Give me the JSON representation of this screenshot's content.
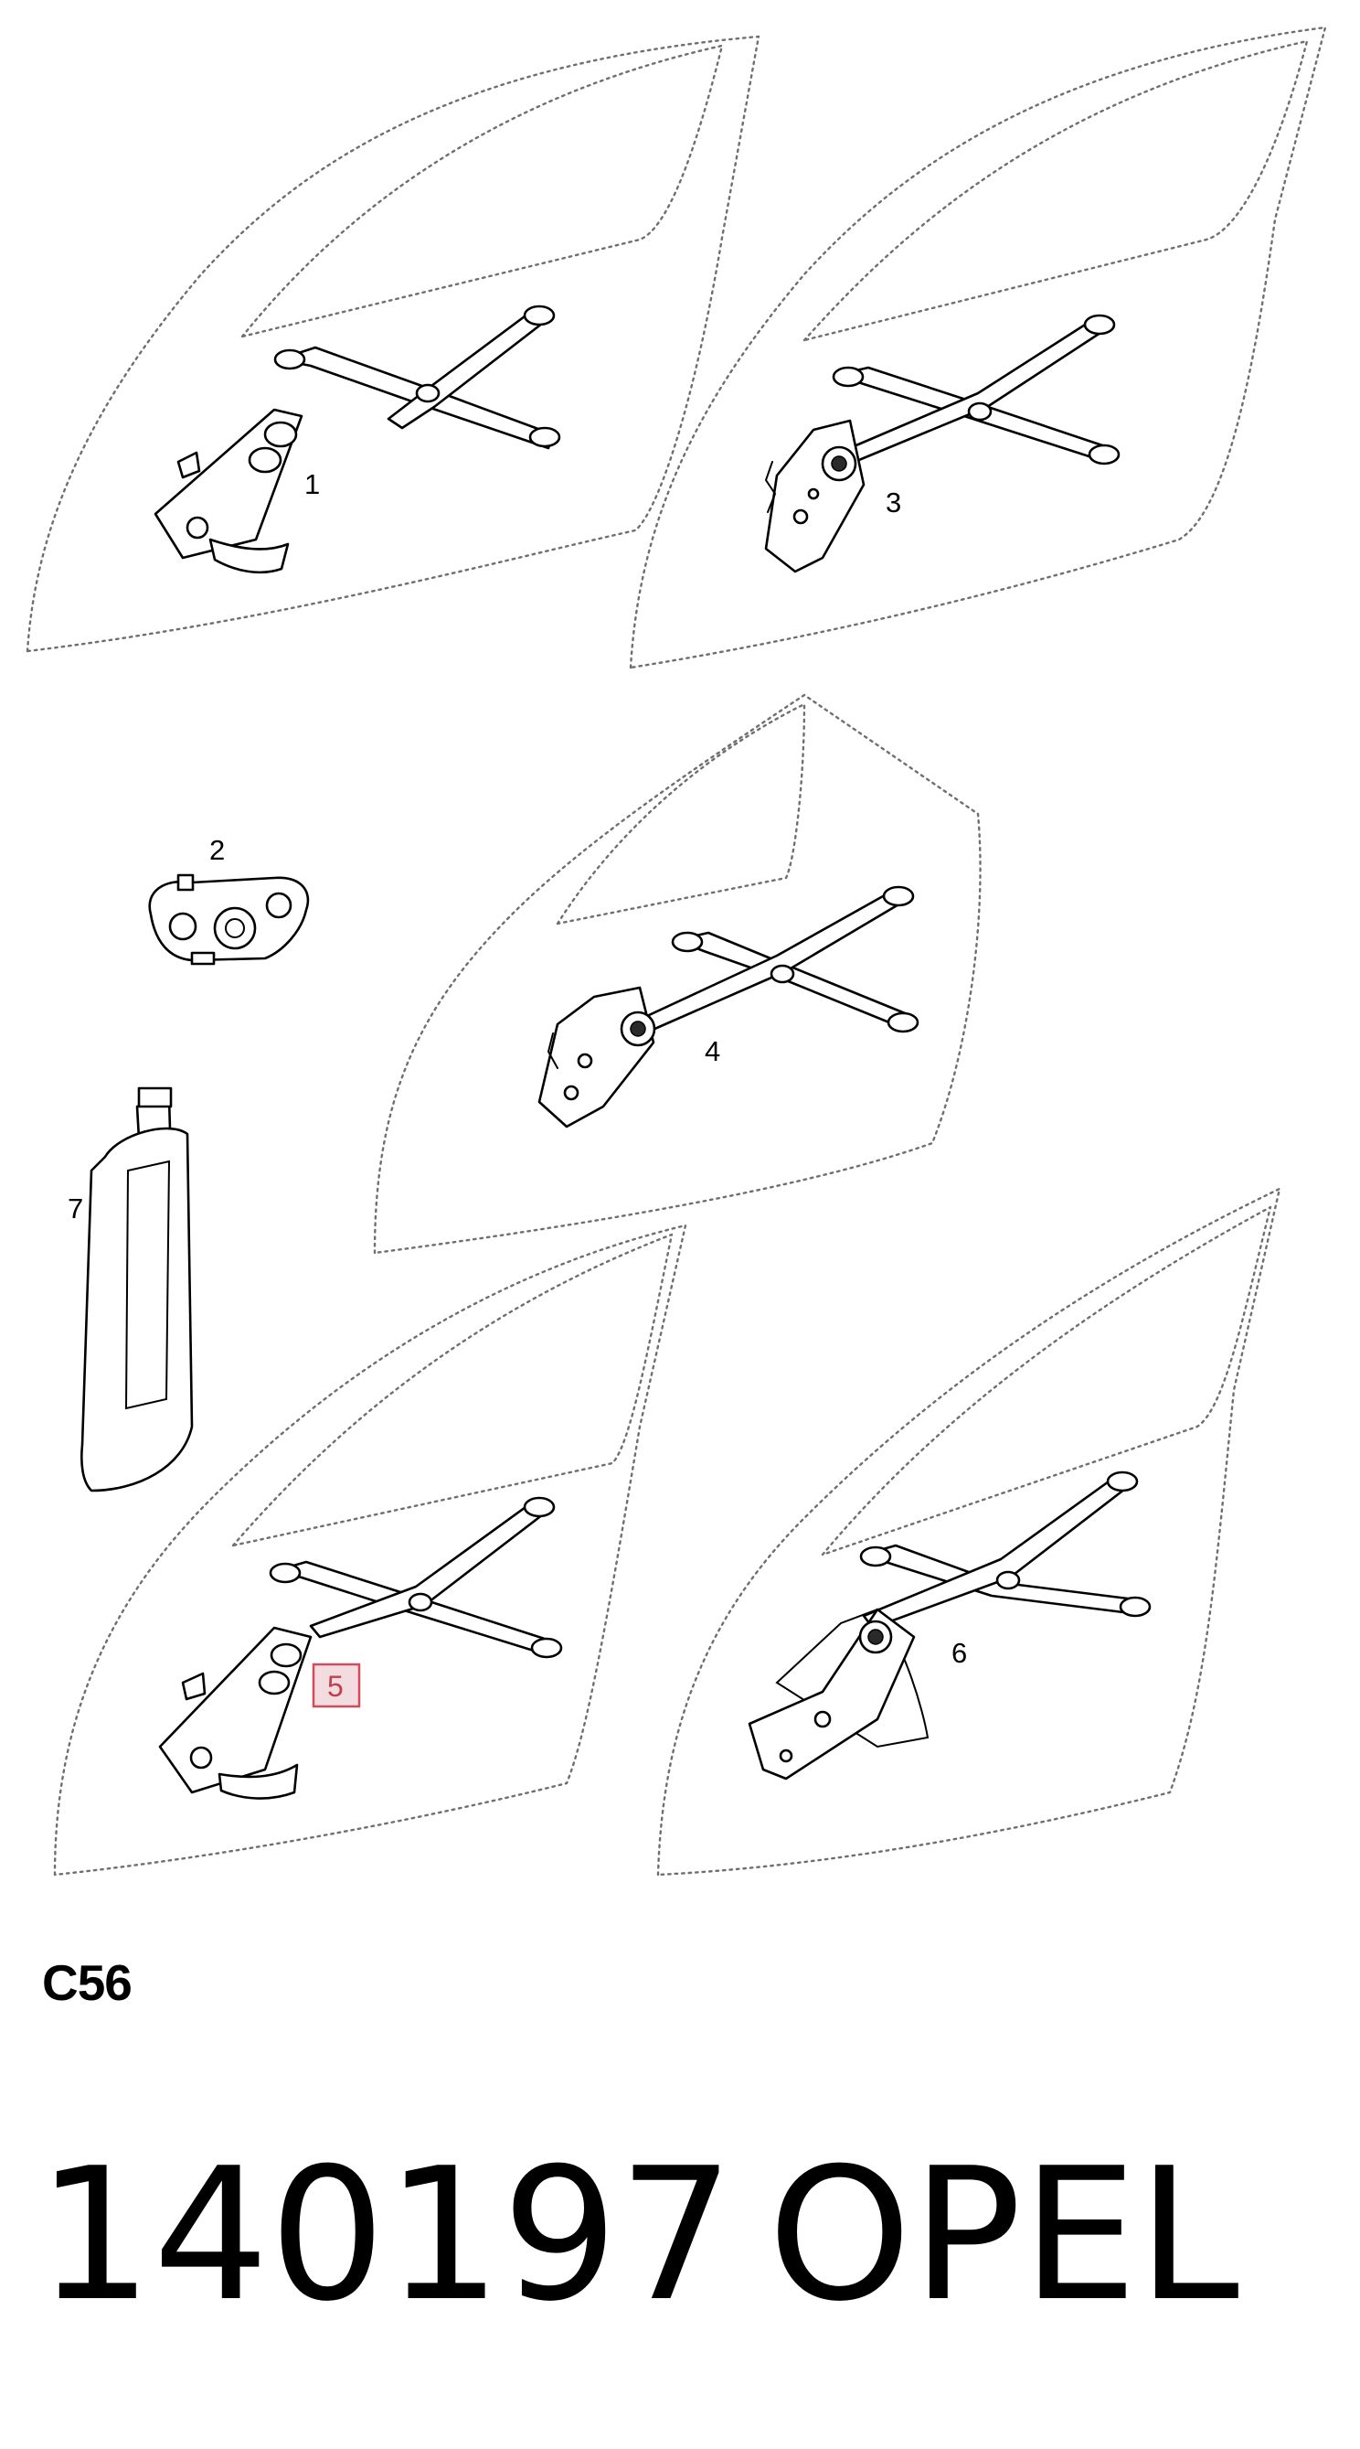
{
  "callouts": {
    "p1": "1",
    "p2": "2",
    "p3": "3",
    "p4": "4",
    "p5": "5",
    "p6": "6",
    "p7": "7"
  },
  "section_code": "C56",
  "footer": {
    "number": "140197",
    "brand": "OPEL"
  },
  "highlight_color": "#cf4d5c",
  "icons": [
    "window-regulator-manual",
    "window-regulator-electric",
    "regulator-gearbox",
    "grease-tube"
  ]
}
